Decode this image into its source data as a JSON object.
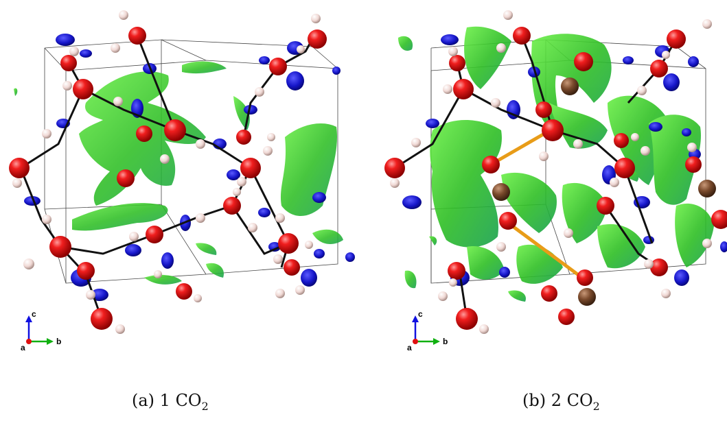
{
  "figure": {
    "panels": [
      {
        "id": "a",
        "caption_prefix": "(a) 1 CO",
        "caption_sub": "2",
        "axes": {
          "c": "c",
          "a": "a",
          "b": "b"
        }
      },
      {
        "id": "b",
        "caption_prefix": "(b) 2 CO",
        "caption_sub": "2",
        "axes": {
          "c": "c",
          "a": "a",
          "b": "b"
        }
      }
    ],
    "colors": {
      "oxygen": "#e31414",
      "hydrogen": "#f0d8d4",
      "carbon": "#7a4a2c",
      "bond": "#111111",
      "isosurface_attractive": "#3fd11f",
      "isosurface_strong": "#1515d0",
      "highlight_bond": "#f0a020",
      "cell_edge": "#333333"
    }
  }
}
